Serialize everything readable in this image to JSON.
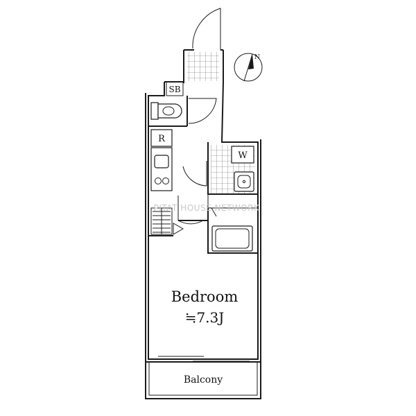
{
  "rooms": {
    "bedroom_name": "Bedroom",
    "bedroom_size": "≒7.3J",
    "balcony": "Balcony",
    "shoe_box": "SB",
    "refrigerator": "R",
    "washer": "W"
  },
  "compass": {
    "north_label": "N"
  },
  "watermark": "PITAT HOUSE NETWORK",
  "icons": {
    "compass": "north-arrow-icon",
    "toilet": "toilet-icon",
    "sink": "sink-icon",
    "bathtub": "bathtub-icon",
    "stove": "stove-icon"
  }
}
